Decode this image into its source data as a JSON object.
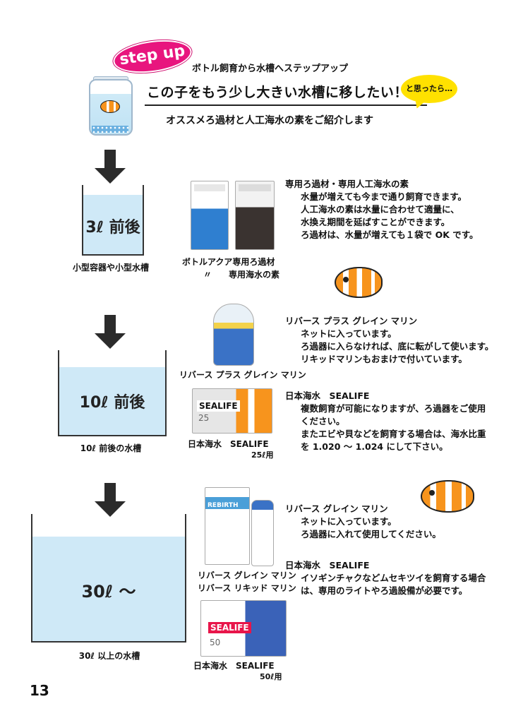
{
  "header": {
    "badge": "step up",
    "subtitle": "ボトル飼育から水槽へステップアップ",
    "headline": "この子をもう少し大きい水槽に移したい！",
    "bubble": "と思ったら…",
    "intro": "オススメろ過材と人工海水の素をご紹介します"
  },
  "tanks": [
    {
      "label": "3ℓ 前後",
      "caption": "小型容器や小型水槽"
    },
    {
      "label": "10ℓ 前後",
      "caption": "10ℓ 前後の水槽"
    },
    {
      "label": "30ℓ ～",
      "caption": "30ℓ 以上の水槽"
    }
  ],
  "section1": {
    "product_caption_1": "ボトルアクア専用ろ過材",
    "product_caption_2": "〃　　専用海水の素",
    "desc_head": "専用ろ過材・専用人工海水の素",
    "desc_lines": [
      "水量が増えても今まで通り飼育できます。",
      "人工海水の素は水量に合わせて適量に、",
      "水換え期間を延ばすことができます。",
      "ろ過材は、水量が増えても１袋で OK です。"
    ]
  },
  "section2": {
    "product_caption_1": "リバース プラス グレイン マリン",
    "product_caption_2": "日本海水　SEALIFE",
    "product_caption_3": "25ℓ用",
    "sealife_text": "SEALIFE",
    "sealife_size": "25",
    "desc1_head": "リバース プラス グレイン マリン",
    "desc1_lines": [
      "ネットに入っています。",
      "ろ過器に入らなければ、底に転がして使います。",
      "リキッドマリンもおまけで付いています。"
    ],
    "desc2_head": "日本海水　SEALIFE",
    "desc2_lines": [
      "複数飼育が可能になりますが、ろ過器をご使用",
      "ください。",
      "またエビや貝などを飼育する場合は、海水比重",
      "を 1.020 ～ 1.024 にして下さい。"
    ]
  },
  "section3": {
    "product_caption_1": "リバース グレイン マリン",
    "product_caption_2": "リバース リキッド マリン",
    "product_caption_3": "日本海水　SEALIFE",
    "product_caption_4": "50ℓ用",
    "reibirth_text": "REBIRTH",
    "sealife_text": "SEALIFE",
    "sealife_size": "50",
    "desc1_head": "リバース グレイン マリン",
    "desc1_lines": [
      "ネットに入っています。",
      "ろ過器に入れて使用してください。"
    ],
    "desc2_head": "日本海水　SEALIFE",
    "desc2_lines": [
      "イソギンチャクなどムセキツイを飼育する場合",
      "は、専用のライトやろ過設備が必要です。"
    ]
  },
  "page_number": "13",
  "colors": {
    "badge": "#e8157e",
    "bubble": "#ffe100",
    "water": "#cfe9f7",
    "clownfish": "#f7941d"
  }
}
